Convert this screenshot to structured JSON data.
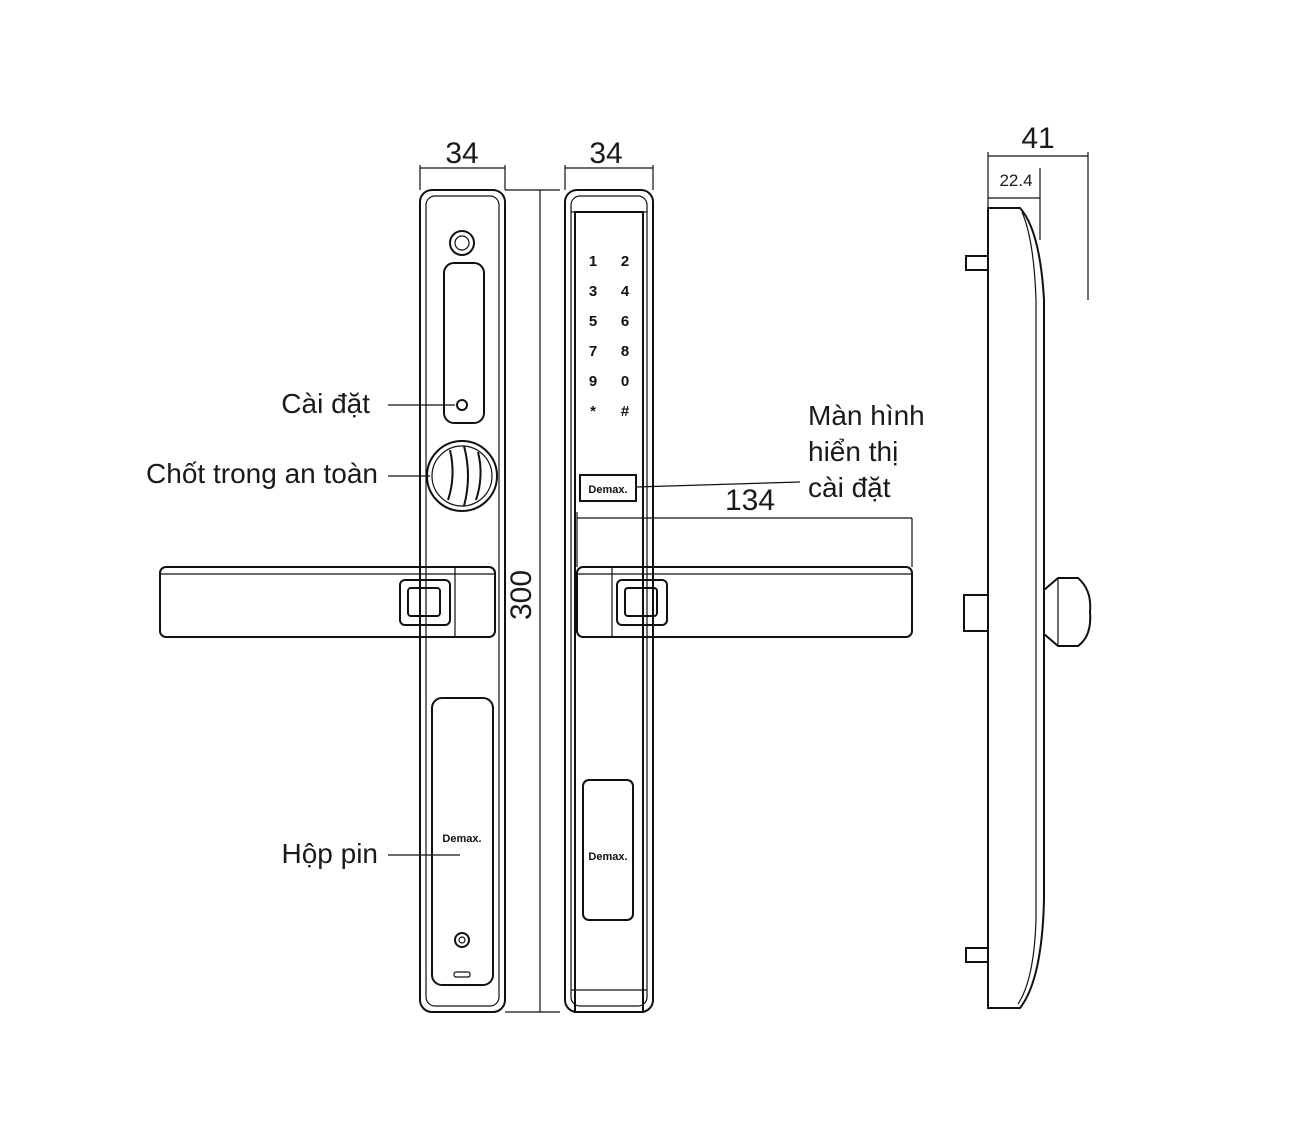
{
  "dimensions": {
    "front_width": "34",
    "keypad_width": "34",
    "height": "300",
    "handle_length": "134",
    "depth": "41",
    "depth_inner": "22.4"
  },
  "labels": {
    "settings": "Cài đặt",
    "safety_latch": "Chốt trong an toàn",
    "battery_box": "Hộp pin",
    "display_line1": "Màn hình",
    "display_line2": "hiển thị",
    "display_line3": "cài đặt"
  },
  "keypad": [
    "1",
    "2",
    "3",
    "4",
    "5",
    "6",
    "7",
    "8",
    "9",
    "0",
    "*",
    "#"
  ],
  "brand": "Demax."
}
